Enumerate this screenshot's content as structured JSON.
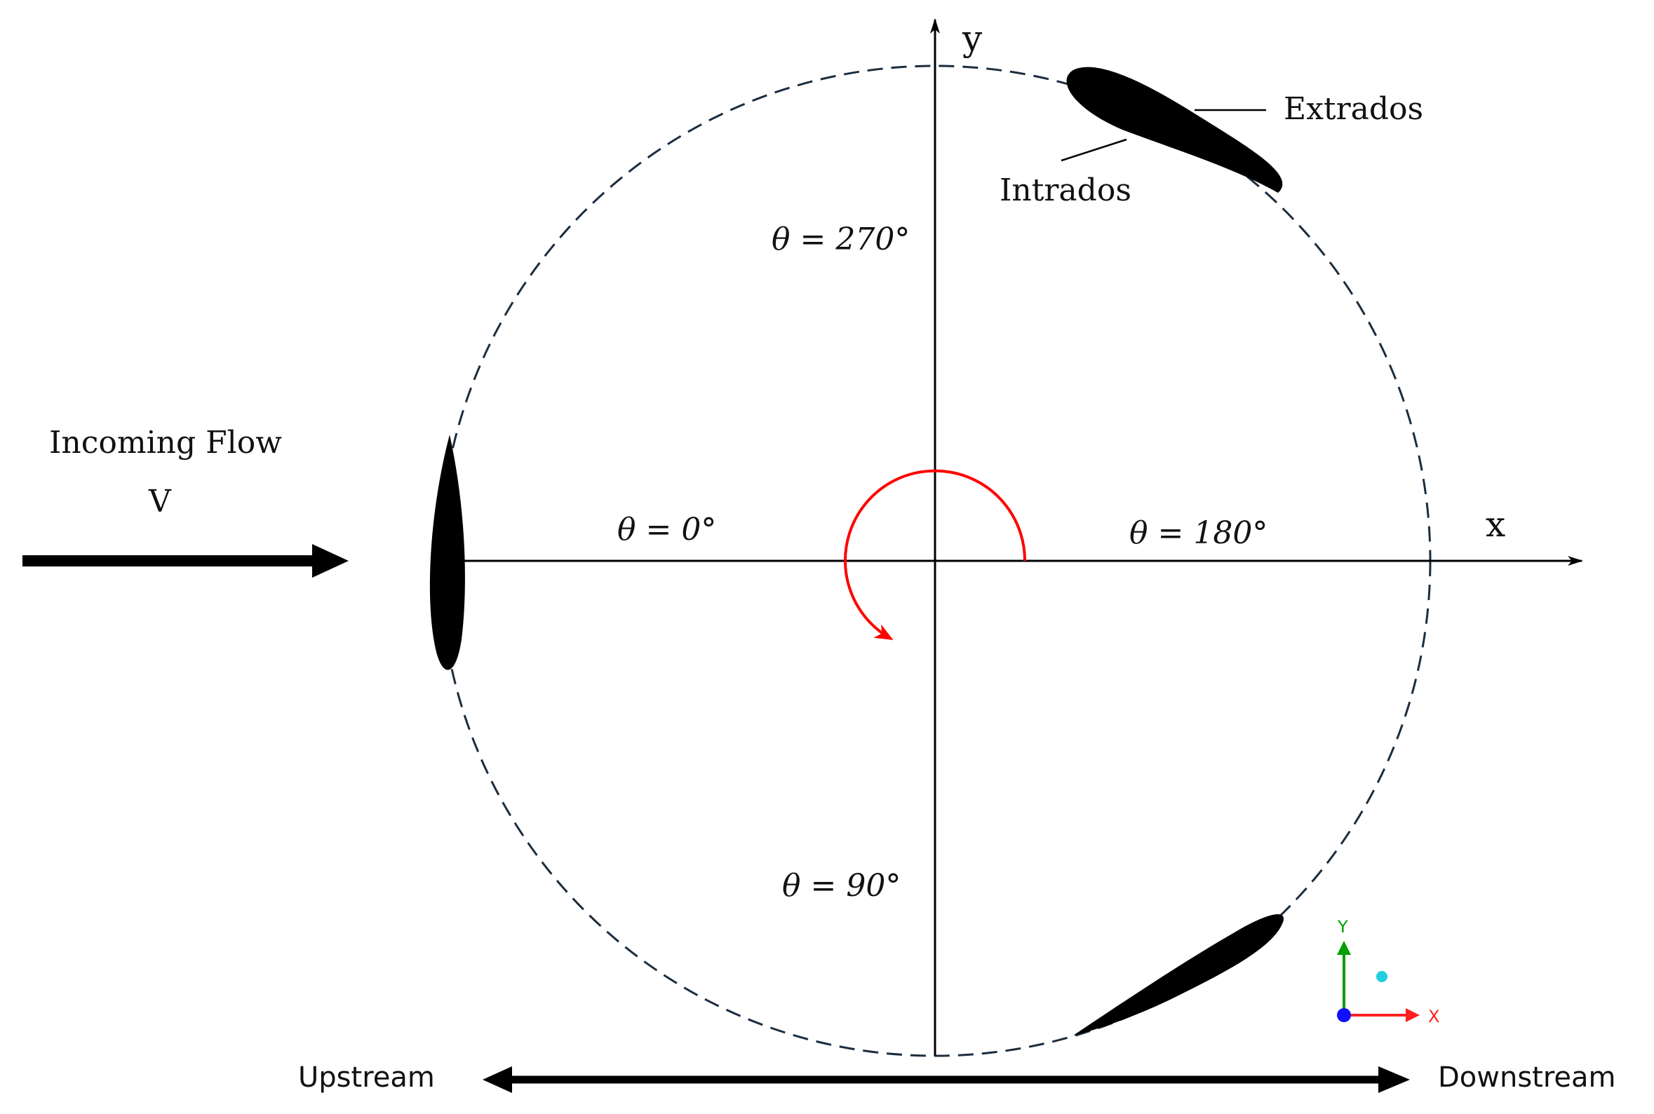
{
  "incoming_flow": {
    "label": "Incoming Flow",
    "velocity_symbol": "V"
  },
  "axes": {
    "x_label": "x",
    "y_label": "y"
  },
  "angles": {
    "theta_0": "θ = 0°",
    "theta_90": "θ = 90°",
    "theta_180": "θ = 180°",
    "theta_270": "θ = 270°"
  },
  "blade_labels": {
    "extrados": "Extrados",
    "intrados": "Intrados"
  },
  "stream": {
    "upstream": "Upstream",
    "downstream": "Downstream"
  },
  "triad": {
    "x": "X",
    "y": "Y"
  },
  "colors": {
    "ink": "#000000",
    "circle": "#1b2d3f",
    "rotation_arrow": "#ff0000",
    "triad_x": "#ff2020",
    "triad_y": "#00a000",
    "triad_z": "#1010ff",
    "triad_point": "#20d0e0"
  }
}
